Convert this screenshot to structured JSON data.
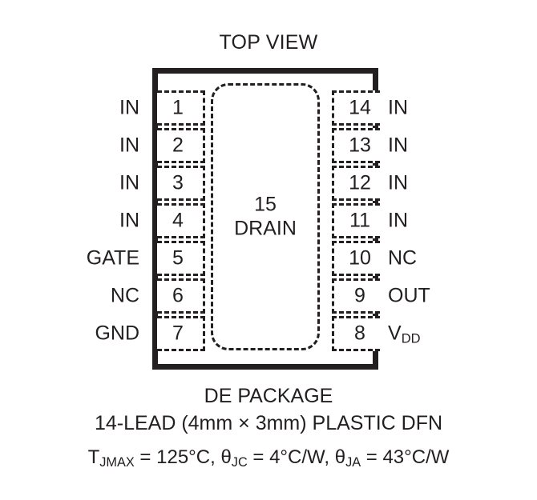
{
  "title": "TOP VIEW",
  "package": {
    "exposed_pad": {
      "number": "15",
      "name": "DRAIN"
    },
    "left_pins": [
      {
        "number": "1",
        "label": "IN"
      },
      {
        "number": "2",
        "label": "IN"
      },
      {
        "number": "3",
        "label": "IN"
      },
      {
        "number": "4",
        "label": "IN"
      },
      {
        "number": "5",
        "label": "GATE"
      },
      {
        "number": "6",
        "label": "NC"
      },
      {
        "number": "7",
        "label": "GND"
      }
    ],
    "right_pins": [
      {
        "number": "14",
        "label": "IN",
        "sub": ""
      },
      {
        "number": "13",
        "label": "IN",
        "sub": ""
      },
      {
        "number": "12",
        "label": "IN",
        "sub": ""
      },
      {
        "number": "11",
        "label": "IN",
        "sub": ""
      },
      {
        "number": "10",
        "label": "NC",
        "sub": ""
      },
      {
        "number": "9",
        "label": "OUT",
        "sub": ""
      },
      {
        "number": "8",
        "label": "V",
        "sub": "DD"
      }
    ]
  },
  "captions": {
    "package_name": "DE PACKAGE",
    "lead_description": "14-LEAD (4mm × 3mm) PLASTIC DFN",
    "thermal": {
      "tj_symbol": "T",
      "tj_sub": "JMAX",
      "tj_value": " = 125°C, ",
      "tjc_symbol": "θ",
      "tjc_sub": "JC",
      "tjc_value": " = 4°C/W, ",
      "tja_symbol": "θ",
      "tja_sub": "JA",
      "tja_value": " = 43°C/W"
    }
  },
  "colors": {
    "ink": "#231f20",
    "background": "#ffffff"
  }
}
